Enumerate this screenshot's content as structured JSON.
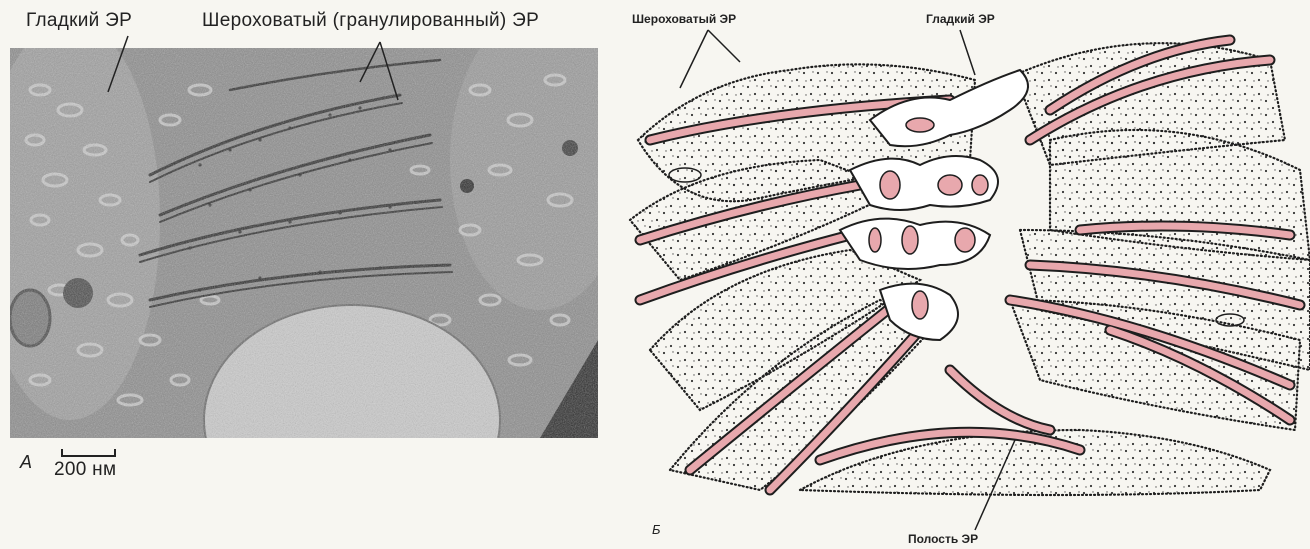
{
  "panel_a": {
    "letter": "A",
    "label_smooth": "Гладкий ЭР",
    "label_rough": "Шероховатый (гранулированный) ЭР",
    "scale_bar": "200 нм"
  },
  "panel_b": {
    "letter": "Б",
    "label_rough": "Шероховатый ЭР",
    "label_smooth": "Гладкий ЭР",
    "label_lumen": "Полость ЭР"
  },
  "colors": {
    "lumen": "#e8a8ad",
    "micrograph_bg": "#8f8f8f",
    "droplet": "#c9c9c9"
  }
}
